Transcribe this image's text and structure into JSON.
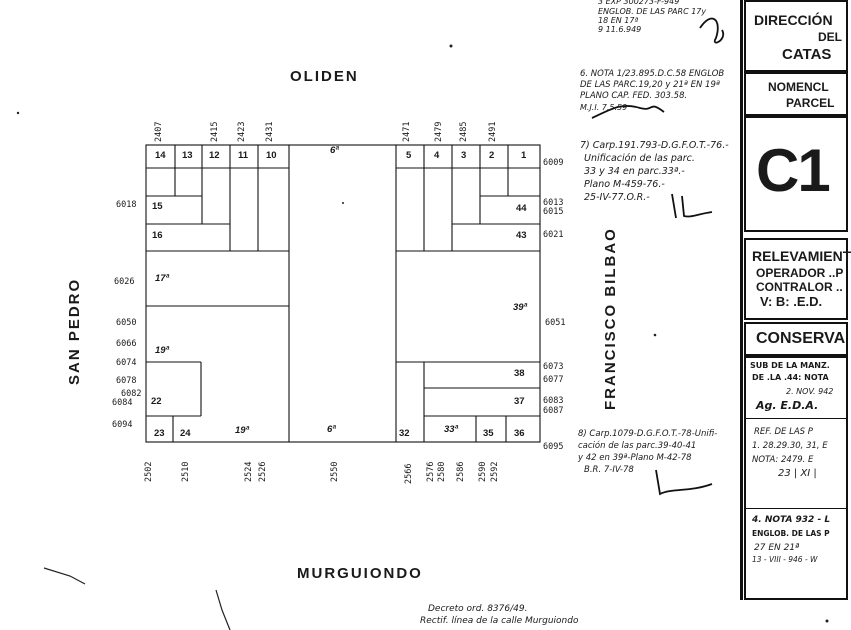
{
  "streets": {
    "north": "OLIDEN",
    "south": "MURGUIONDO",
    "west": "SAN PEDRO",
    "east": "FRANCISCO BILBAO"
  },
  "top_numbers": [
    "2407",
    "2415",
    "2423",
    "2431",
    "2471",
    "2479",
    "2485",
    "2491"
  ],
  "bottom_numbers": [
    "2502",
    "2510",
    "2524",
    "2526",
    "2550",
    "2566",
    "2576",
    "2580",
    "2586",
    "2590",
    "2592"
  ],
  "left_numbers": [
    "6018",
    "6026",
    "6050",
    "6066",
    "6074",
    "6078",
    "6082",
    "6084",
    "6094"
  ],
  "right_numbers": [
    "6009",
    "6013",
    "6015",
    "6021",
    "6051",
    "6073",
    "6077",
    "6083",
    "6087",
    "6095"
  ],
  "plots_top_left": [
    "14",
    "13",
    "12",
    "11",
    "10"
  ],
  "plots_top_right": [
    "5",
    "4",
    "3",
    "2",
    "1"
  ],
  "plots": {
    "p15": "15",
    "p16": "16",
    "p17": "17ª",
    "p19": "19ª",
    "p22": "22",
    "p23": "23",
    "p24": "24",
    "p19b": "19ª",
    "p6top": "6ª",
    "p6bot": "6ª",
    "p32": "32",
    "p33": "33ª",
    "p35": "35",
    "p36": "36",
    "p37": "37",
    "p38": "38",
    "p39": "39ª",
    "p43": "43",
    "p44": "44"
  },
  "notes": {
    "top1": "3 EXP 300273-F-949",
    "top2": "ENGLOB. DE LAS PARC 17y",
    "top3": "18 EN 17ª",
    "top4": "9        11.6.949",
    "n6_1": "6. NOTA 1/23.895.D.C.58 ENGLOB",
    "n6_2": "DE LAS PARC.19,20 y 21ª EN 19ª",
    "n6_3": "PLANO CAP. FED. 303.58.",
    "n6_4": "M.J.I.                     7.5.59",
    "n7_1": "7) Carp.191.793-D.G.F.O.T.-76.-",
    "n7_2": "Unificación de las parc.",
    "n7_3": "33 y 34 en parc.33ª.-",
    "n7_4": "Plano M-459-76.-",
    "n7_5": "25-IV-77.O.R.-",
    "n8_1": "8) Carp.1079-D.G.F.O.T.-78-Unifi-",
    "n8_2": "cación de las parc.39-40-41",
    "n8_3": "y 42 en 39ª-Plano M-42-78",
    "n8_4": "B.R. 7-IV-78",
    "decreto1": "Decreto ord. 8376/49.",
    "decreto2": "Rectif. línea de la calle Murguiondo"
  },
  "panel": {
    "direccion": "DIRECCIÓN",
    "del": "DEL",
    "catastro": "CATAS",
    "nomencl": "NOMENCL",
    "parcel": "PARCEL",
    "c1": "C1",
    "relev": "RELEVAMIENT",
    "operador": "OPERADOR ..P",
    "contralor": "CONTRALOR ..",
    "vb": "V: B: .E.D.",
    "conserva": "CONSERVA",
    "sub1": "SUB DE LA MANZ.",
    "sub2": "DE .LA .44: NOTA",
    "sub3": "2. NOV. 942",
    "sub4": "Ag.  E.D.A.",
    "ref1": "REF. DE LAS P",
    "ref2": "1. 28.29.30, 31, E",
    "ref3": "NOTA: 2479. E",
    "ref4": "23 | XI |",
    "nota4_1": "4. NOTA 932 - L",
    "nota4_2": "ENGLOB. DE LAS P",
    "nota4_3": "27 EN 21ª",
    "nota4_4": "13 - VIII - 946 - W"
  }
}
